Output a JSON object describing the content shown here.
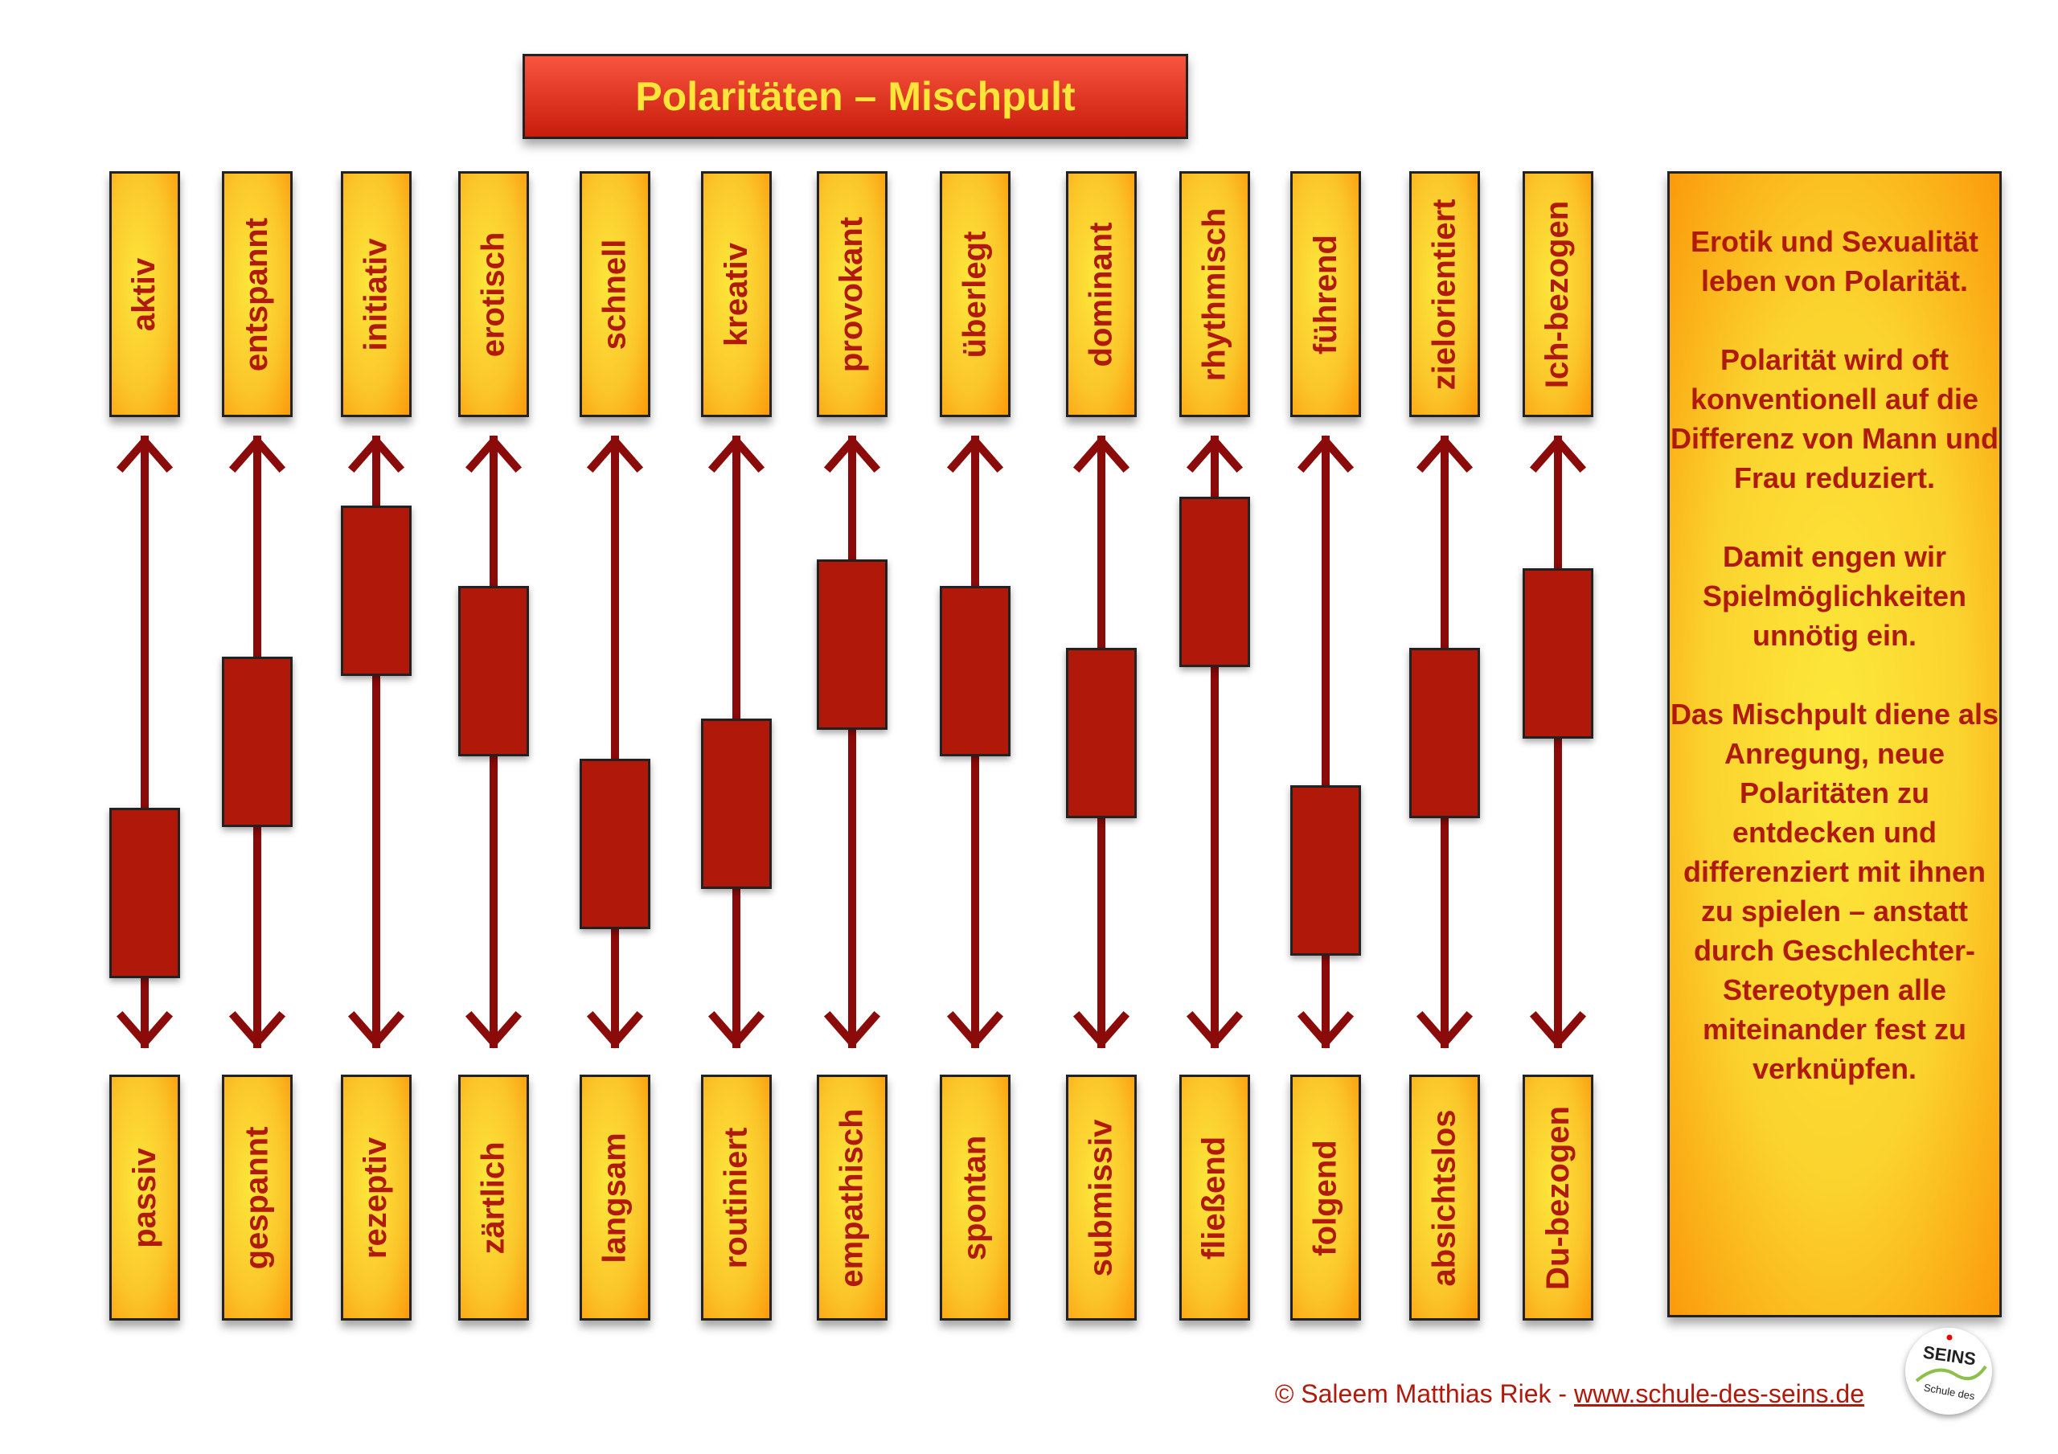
{
  "title": "Polaritäten – Mischpult",
  "colors": {
    "label_text": "#b01a0c",
    "slider": "#b0180a",
    "arrow": "#8b0a0a",
    "title_text": "#fde53a"
  },
  "channels": [
    {
      "top": "aktiv",
      "bottom": "passiv",
      "level": 0.16
    },
    {
      "top": "entspannt",
      "bottom": "gespannt",
      "level": 0.5
    },
    {
      "top": "initiativ",
      "bottom": "rezeptiv",
      "level": 0.84
    },
    {
      "top": "erotisch",
      "bottom": "zärtlich",
      "level": 0.66
    },
    {
      "top": "schnell",
      "bottom": "langsam",
      "level": 0.27
    },
    {
      "top": "kreativ",
      "bottom": "routiniert",
      "level": 0.36
    },
    {
      "top": "provokant",
      "bottom": "empathisch",
      "level": 0.72
    },
    {
      "top": "überlegt",
      "bottom": "spontan",
      "level": 0.66
    },
    {
      "top": "dominant",
      "bottom": "submissiv",
      "level": 0.52
    },
    {
      "top": "rhythmisch",
      "bottom": "fließend",
      "level": 0.86
    },
    {
      "top": "führend",
      "bottom": "folgend",
      "level": 0.21
    },
    {
      "top": "zielorientiert",
      "bottom": "absichtslos",
      "level": 0.52
    },
    {
      "top": "Ich-bezogen",
      "bottom": "Du-bezogen",
      "level": 0.7
    }
  ],
  "panel": {
    "paragraphs": [
      "Erotik und Sexualität leben von Polarität.",
      "Polarität wird oft konventionell auf die Differenz von Mann und Frau reduziert.",
      "Damit engen wir Spielmöglichkeiten unnötig ein.",
      "Das Mischpult diene als Anregung, neue Polaritäten zu entdecken und differenziert mit ihnen zu spielen – anstatt durch Geschlechter-Stereotypen alle miteinander fest zu verknüpfen."
    ]
  },
  "footer": {
    "copyright": "© Saleem Matthias Riek - ",
    "link": "www.schule-des-seins.de"
  },
  "logo": {
    "text_top": "SEINS",
    "text_bottom": "Schule des"
  }
}
